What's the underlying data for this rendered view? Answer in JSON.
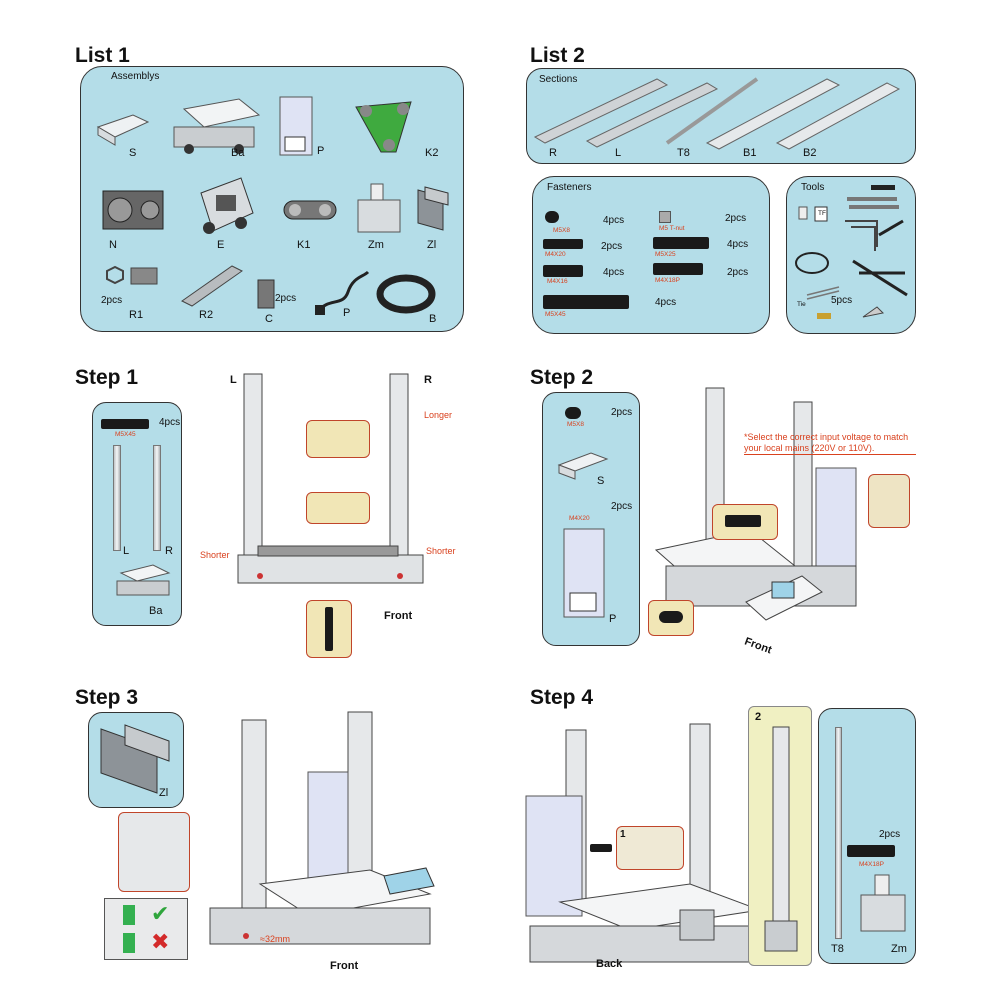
{
  "list1": {
    "title": "List 1",
    "section": "Assemblys",
    "parts": [
      "S",
      "Ba",
      "P",
      "K2",
      "N",
      "E",
      "K1",
      "Zm",
      "Zl",
      "R1",
      "R2",
      "C",
      "P",
      "B"
    ],
    "qty_r1": "2pcs",
    "qty_c": "2pcs"
  },
  "list2": {
    "title": "List 2",
    "sections": {
      "label": "Sections",
      "parts": [
        "R",
        "L",
        "T8",
        "B1",
        "B2"
      ]
    },
    "fasteners": {
      "label": "Fasteners",
      "items": [
        {
          "name": "M5X8",
          "qty": "4pcs"
        },
        {
          "name": "M5 T-nut",
          "qty": "2pcs"
        },
        {
          "name": "M4X20",
          "qty": "2pcs"
        },
        {
          "name": "M5X25",
          "qty": "4pcs"
        },
        {
          "name": "M4X16",
          "qty": "4pcs"
        },
        {
          "name": "M4X18P",
          "qty": "2pcs"
        },
        {
          "name": "M5X45",
          "qty": "4pcs"
        }
      ]
    },
    "tools": {
      "label": "Tools",
      "tf": "TF",
      "tie": "Tie",
      "tie_qty": "5pcs"
    }
  },
  "step1": {
    "title": "Step 1",
    "screw": "M5X45",
    "qty": "4pcs",
    "parts": [
      "L",
      "R",
      "Ba"
    ],
    "left": "L",
    "right": "R",
    "longer": "Longer",
    "shorter_l": "Shorter",
    "shorter_r": "Shorter",
    "front": "Front"
  },
  "step2": {
    "title": "Step 2",
    "s_screw": "M5X8",
    "s_qty": "2pcs",
    "s_part": "S",
    "p_screw": "M4X20",
    "p_qty": "2pcs",
    "p_part": "P",
    "note": "*Select the correct input voltage to match your local mains (220V or 110V).",
    "front": "Front"
  },
  "step3": {
    "title": "Step 3",
    "part": "Zl",
    "measure": "≈32mm",
    "front": "Front"
  },
  "step4": {
    "title": "Step 4",
    "num1": "1",
    "num2": "2",
    "back": "Back",
    "screw": "M4X18P",
    "qty": "2pcs",
    "parts": [
      "T8",
      "Zm"
    ]
  }
}
